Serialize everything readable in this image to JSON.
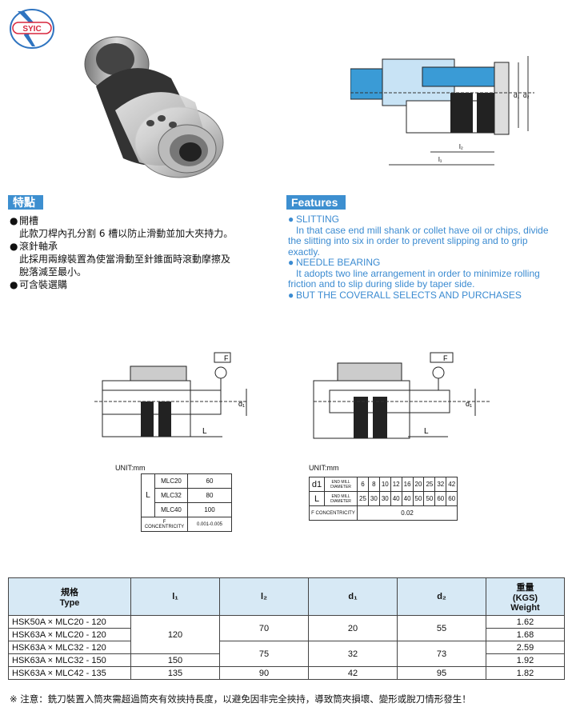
{
  "logo": {
    "text": "SYIC"
  },
  "features_cn": {
    "title": "特點",
    "items": [
      {
        "bullet": "●",
        "head": "開槽",
        "body": "此款刀桿內孔分割 6 槽以防止滑動並加大夾持力。"
      },
      {
        "bullet": "●",
        "head": "滾針軸承",
        "body1": "此採用兩線裝置為使當滑動至針錐面時滾動摩擦及",
        "body2": "脫落減至最小。"
      },
      {
        "bullet": "●",
        "head": "可含裝選購"
      }
    ]
  },
  "features_en": {
    "title": "Features",
    "items": [
      {
        "bullet": "●",
        "head": "SLITTING",
        "body": [
          "In that case end mill shank or collet have oil or chips, divide",
          "the slitting into six in order to prevent slipping and to grip",
          "exactly."
        ]
      },
      {
        "bullet": "●",
        "head": "NEEDLE BEARING",
        "body": [
          "It adopts two line arrangement in order to minimize rolling",
          "friction and to slip during slide by taper side."
        ]
      },
      {
        "bullet": "●",
        "head": "BUT THE COVERALL SELECTS AND PURCHASES"
      }
    ]
  },
  "diagram_top": {
    "l1": "l₁",
    "l2": "l₂",
    "d1": "d₁",
    "d2": "d₂"
  },
  "diagram_mid": {
    "L": "L",
    "d1": "d₁",
    "F": "F"
  },
  "unit_left": "UNIT:mm",
  "unit_right": "UNIT:mm",
  "table_left": {
    "L": "L",
    "rows": [
      {
        "name": "MLC20",
        "value": "60"
      },
      {
        "name": "MLC32",
        "value": "80"
      },
      {
        "name": "MLC40",
        "value": "100"
      }
    ],
    "conc_label": "F CONCENTRICITY",
    "conc_value": "0.001-0.005"
  },
  "table_right": {
    "d1": "d1",
    "d1_label": "END MILL DIAMETER",
    "d1_values": [
      "6",
      "8",
      "10",
      "12",
      "16",
      "20",
      "25",
      "32",
      "42"
    ],
    "L": "L",
    "L_label": "END MILL DIAMETER",
    "L_values": [
      "25",
      "30",
      "30",
      "40",
      "40",
      "50",
      "50",
      "60",
      "60"
    ],
    "conc_label": "F CONCENTRICITY",
    "conc_value": "0.02"
  },
  "main_table": {
    "h_type_cn": "規格",
    "h_type_en": "Type",
    "h_l1": "l₁",
    "h_l2": "l₂",
    "h_d1": "d₁",
    "h_d2": "d₂",
    "h_w_cn": "重量",
    "h_w_unit": "(KGS)",
    "h_w_en": "Weight",
    "rows": [
      {
        "type": "HSK50A × MLC20 - 120",
        "w": "1.62"
      },
      {
        "type": "HSK63A × MLC20 - 120",
        "w": "1.68"
      },
      {
        "type": "HSK63A × MLC32 - 120",
        "w": "2.59"
      },
      {
        "type": "HSK63A × MLC32 - 150",
        "w": "1.92"
      },
      {
        "type": "HSK63A × MLC42 - 135",
        "w": "1.82"
      }
    ],
    "l1_a": "120",
    "l1_b": "150",
    "l1_c": "135",
    "l2_a": "70",
    "l2_b": "75",
    "l2_c": "90",
    "d1_a": "20",
    "d1_b": "32",
    "d1_c": "42",
    "d2_a": "55",
    "d2_b": "73",
    "d2_c": "95"
  },
  "note": "※ 注意：銑刀裝置入筒夾需超過筒夾有效挾持長度，以避免因非完全挾持，導致筒夾損壞、變形或脫刀情形發生！"
}
